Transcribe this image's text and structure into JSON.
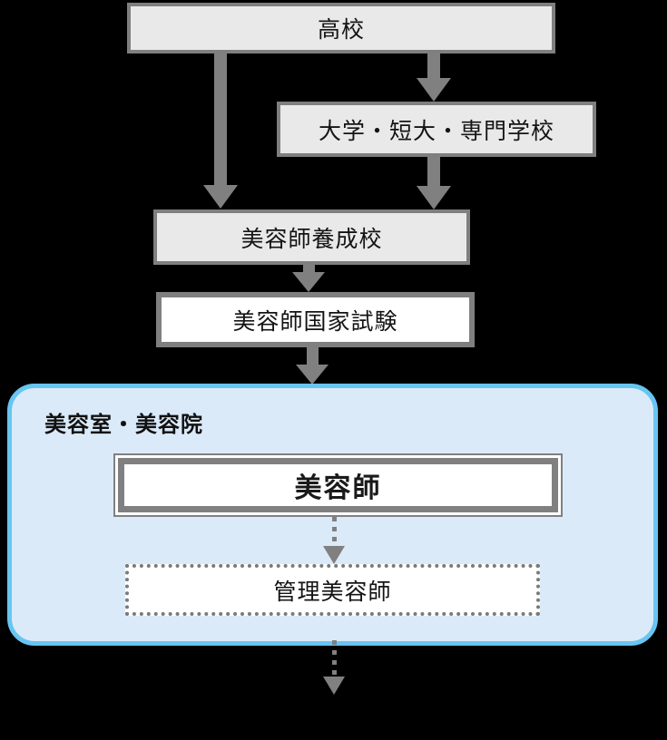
{
  "diagram": {
    "description": "Flowchart of the career path to become a beautician in Japan",
    "nodes": {
      "high_school": {
        "label": "高校"
      },
      "university": {
        "label": "大学・短大・専門学校"
      },
      "training_school": {
        "label": "美容師養成校"
      },
      "national_exam": {
        "label": "美容師国家試験"
      },
      "salon": {
        "label": "美容室・美容院"
      },
      "beautician": {
        "label": "美容師"
      },
      "managing_beautician": {
        "label": "管理美容師"
      }
    },
    "edges": [
      {
        "from": "high_school",
        "to": "training_school",
        "style": "solid"
      },
      {
        "from": "high_school",
        "to": "university",
        "style": "solid"
      },
      {
        "from": "university",
        "to": "training_school",
        "style": "solid"
      },
      {
        "from": "training_school",
        "to": "national_exam",
        "style": "solid"
      },
      {
        "from": "national_exam",
        "to": "salon",
        "style": "solid"
      },
      {
        "from": "beautician",
        "to": "managing_beautician",
        "style": "dotted"
      },
      {
        "from": "salon",
        "to": "outside",
        "style": "dotted"
      }
    ],
    "colors": {
      "gray_box_fill": "#e9e9e9",
      "gray_box_border": "#7f7f7f",
      "white_box_fill": "#ffffff",
      "arrow_gray": "#808080",
      "salon_fill": "#dbeaf9",
      "salon_border": "#67c5f2",
      "text": "#141414",
      "background": "#000000"
    }
  }
}
